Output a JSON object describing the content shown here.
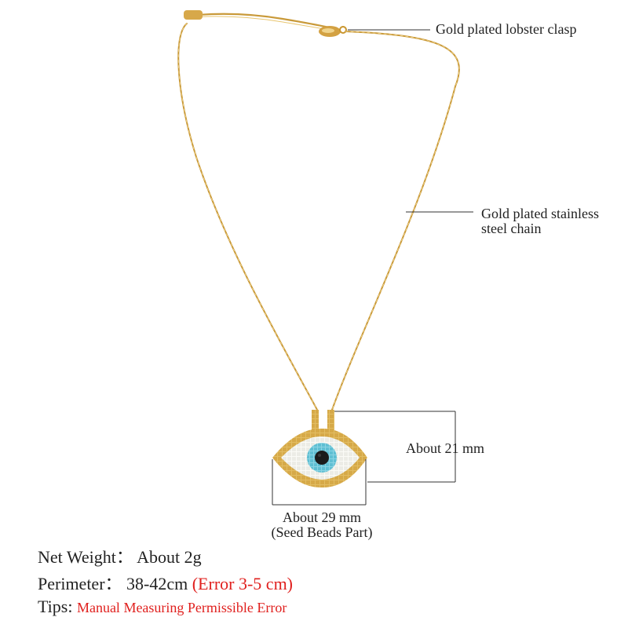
{
  "annotations": {
    "clasp": "Gold plated lobster clasp",
    "chain_line1": "Gold plated stainless",
    "chain_line2": "steel chain",
    "height": "About 21 mm",
    "width_line1": "About 29 mm",
    "width_line2": "(Seed Beads Part)"
  },
  "specs": {
    "weight_label": "Net Weight：",
    "weight_value": "About 2g",
    "perimeter_label": "Perimeter：",
    "perimeter_value": "38-42cm",
    "perimeter_note": "(Error 3-5 cm)",
    "tips_label": "Tips:",
    "tips_value": "Manual Measuring Permissible Error"
  },
  "colors": {
    "gold": "#d4a640",
    "pendant_turquoise": "#6fc7d9",
    "pupil": "#1b1b1b",
    "white_beads": "#f7f7f2",
    "accent_red": "#e0201e"
  }
}
